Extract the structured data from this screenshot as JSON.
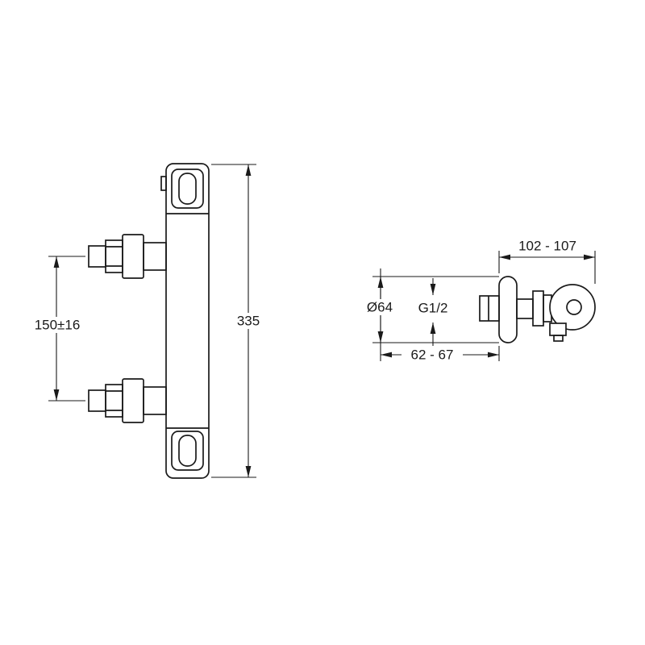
{
  "drawing": {
    "background_color": "#ffffff",
    "line_color": "#1a1a1a",
    "dimensions": {
      "handle_spacing": "150±16",
      "overall_height": "335",
      "wall_to_front": "102 - 107",
      "flange_diameter": "Ø64",
      "connection_thread": "G1/2",
      "wall_offset": "62 - 67"
    }
  }
}
